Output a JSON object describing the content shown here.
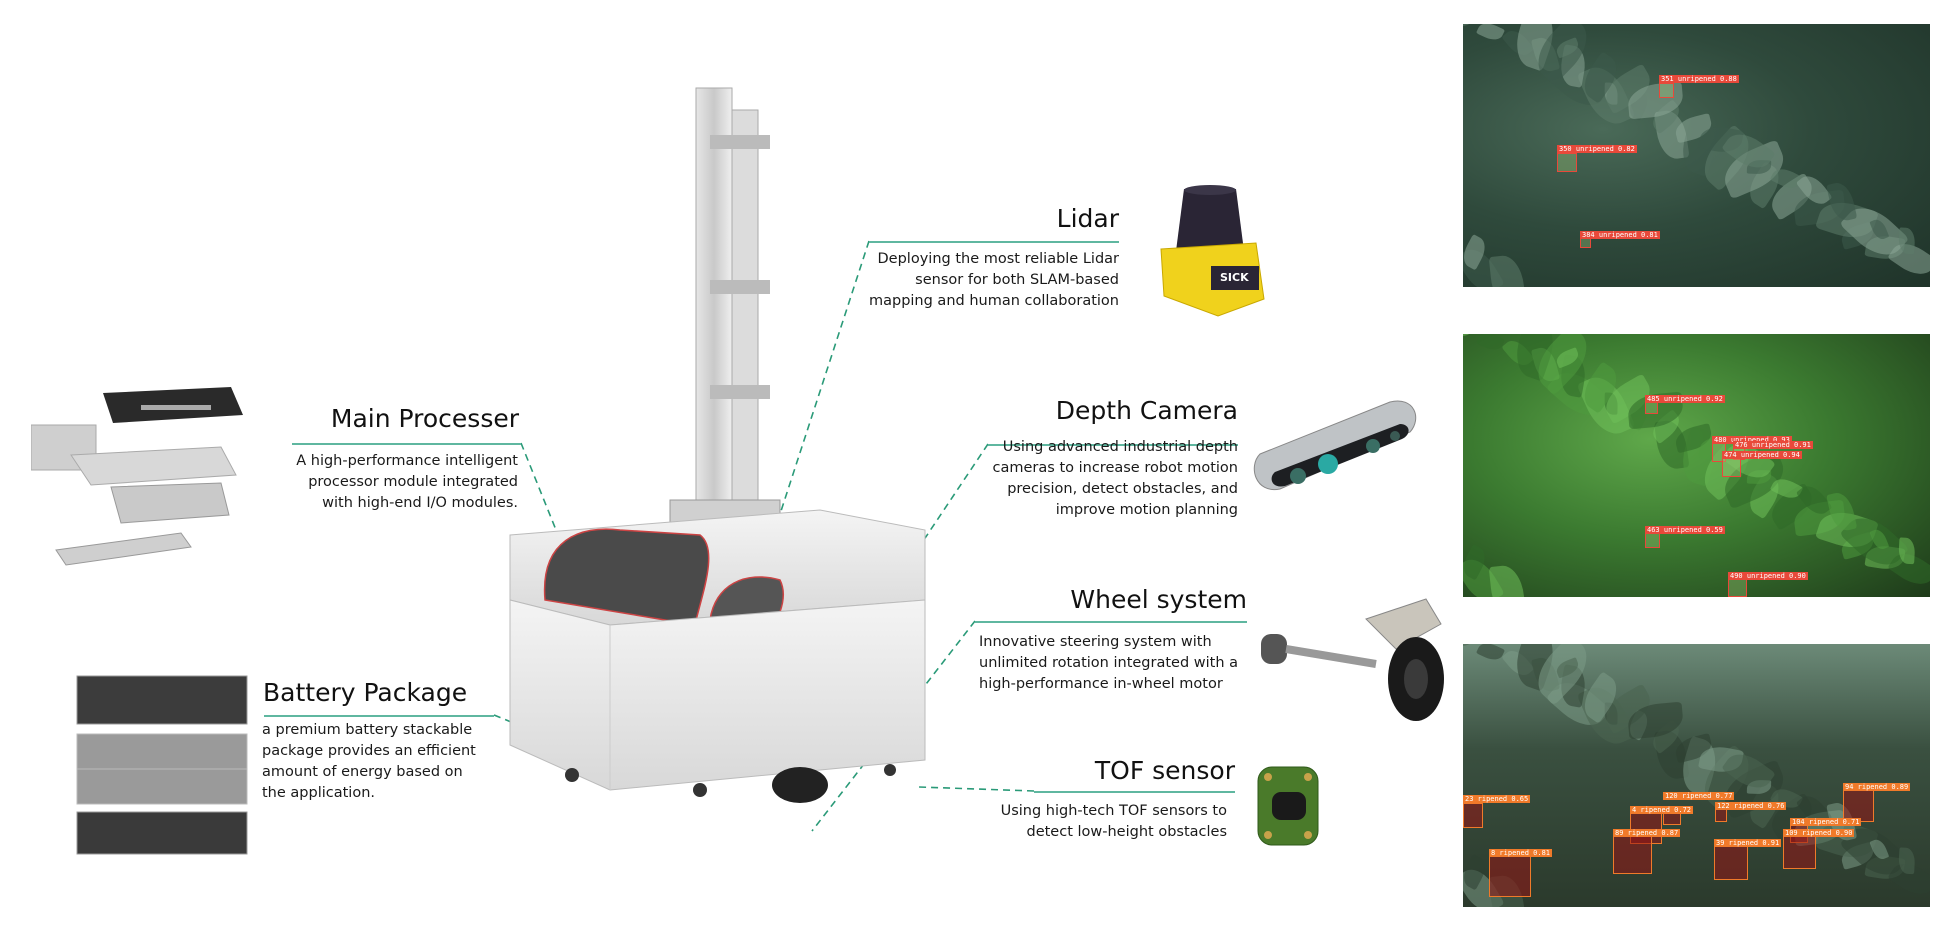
{
  "features": {
    "lidar": {
      "title": "Lidar",
      "lines": [
        "Deploying the most reliable Lidar",
        "sensor for both SLAM-based",
        "mapping and human collaboration"
      ],
      "logo": "SICK"
    },
    "depth_camera": {
      "title": "Depth Camera",
      "lines": [
        "Using advanced industrial depth",
        "cameras to increase robot motion",
        "precision, detect obstacles, and",
        "improve motion planning"
      ]
    },
    "wheel_system": {
      "title": "Wheel system",
      "lines": [
        "Innovative steering system with",
        "unlimited rotation integrated with a",
        "high-performance in-wheel motor"
      ]
    },
    "tof_sensor": {
      "title": "TOF sensor",
      "lines": [
        "Using high-tech TOF sensors to",
        "detect low-height obstacles"
      ]
    },
    "main_processer": {
      "title": "Main Processer",
      "lines": [
        "A high-performance intelligent",
        "processor module integrated",
        "with high-end I/O modules."
      ]
    },
    "battery_package": {
      "title": "Battery Package",
      "lines": [
        "a premium battery stackable",
        "package provides an efficient",
        "amount of energy based on",
        "the application."
      ]
    }
  },
  "colors": {
    "accent_line": "#5fb7a0",
    "dashed_line": "#2a9a78",
    "unripened_box": "#e8493a",
    "ripened_box": "#f07a2a"
  },
  "photos": [
    {
      "detections": [
        "351 unripened 0.88",
        "350 unripened 0.82",
        "384 unripened 0.81"
      ]
    },
    {
      "detections": [
        "485 unripened 0.92",
        "480 unripened 0.93",
        "476 unripened 0.91",
        "474 unripened 0.94",
        "463 unripened 0.59",
        "490 unripened 0.90"
      ]
    },
    {
      "detections": [
        "23 ripened 0.65",
        "120 ripened 0.77",
        "4 ripened 0.72",
        "122 ripened 0.76",
        "94 ripened 0.89",
        "104 ripened 0.71",
        "109 ripened 0.90",
        "89 ripened 0.87",
        "39 ripened 0.91",
        "8 ripened 0.81"
      ]
    }
  ]
}
